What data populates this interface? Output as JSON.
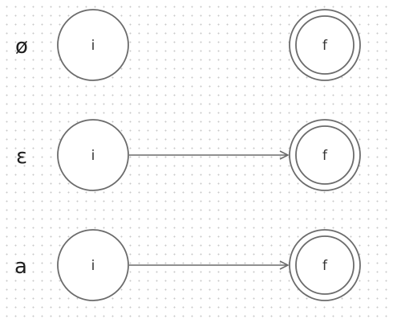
{
  "rows": [
    {
      "symbol": "ø",
      "start_label": "i",
      "accept_label": "f",
      "has_transition": false
    },
    {
      "symbol": "ε",
      "start_label": "i",
      "accept_label": "f",
      "has_transition": true
    },
    {
      "symbol": "a",
      "start_label": "i",
      "accept_label": "f",
      "has_transition": true
    }
  ],
  "colors": {
    "stroke": "#6b6b6b",
    "text": "#1f1f1f",
    "background": "#ffffff"
  }
}
